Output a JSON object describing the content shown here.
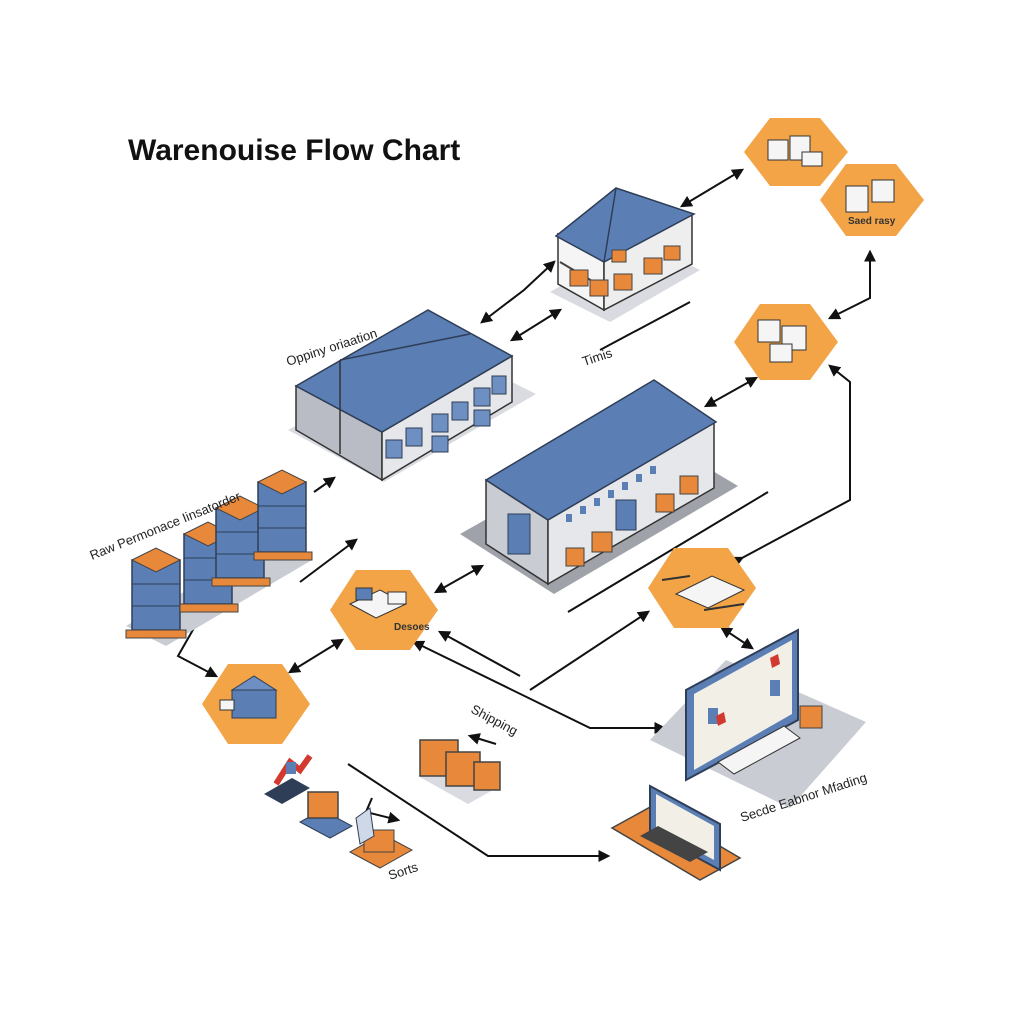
{
  "title": "Warenouise Flow Chart",
  "labels": {
    "opping": "Oppiny oriaation",
    "raw": "Raw Permonace Iinsatorder",
    "times": "Timis",
    "shipping": "Shipping",
    "secde": "Secde Eabnor Mfading",
    "sorts": "Sorts",
    "hex_storage": "Saed rasy",
    "hex_desk": "Desoes"
  },
  "colors": {
    "accent": "#f2a447",
    "roof": "#5b7fb5",
    "wall": "#c9ccd3",
    "box": "#e7883a",
    "line": "#111111"
  },
  "icons": [
    "warehouse-icon",
    "storage-rack-icon",
    "parcel-boxes-icon",
    "desk-icon",
    "computer-monitor-icon",
    "forklift-icon",
    "conveyor-icon",
    "pallet-icon",
    "laptop-icon"
  ]
}
